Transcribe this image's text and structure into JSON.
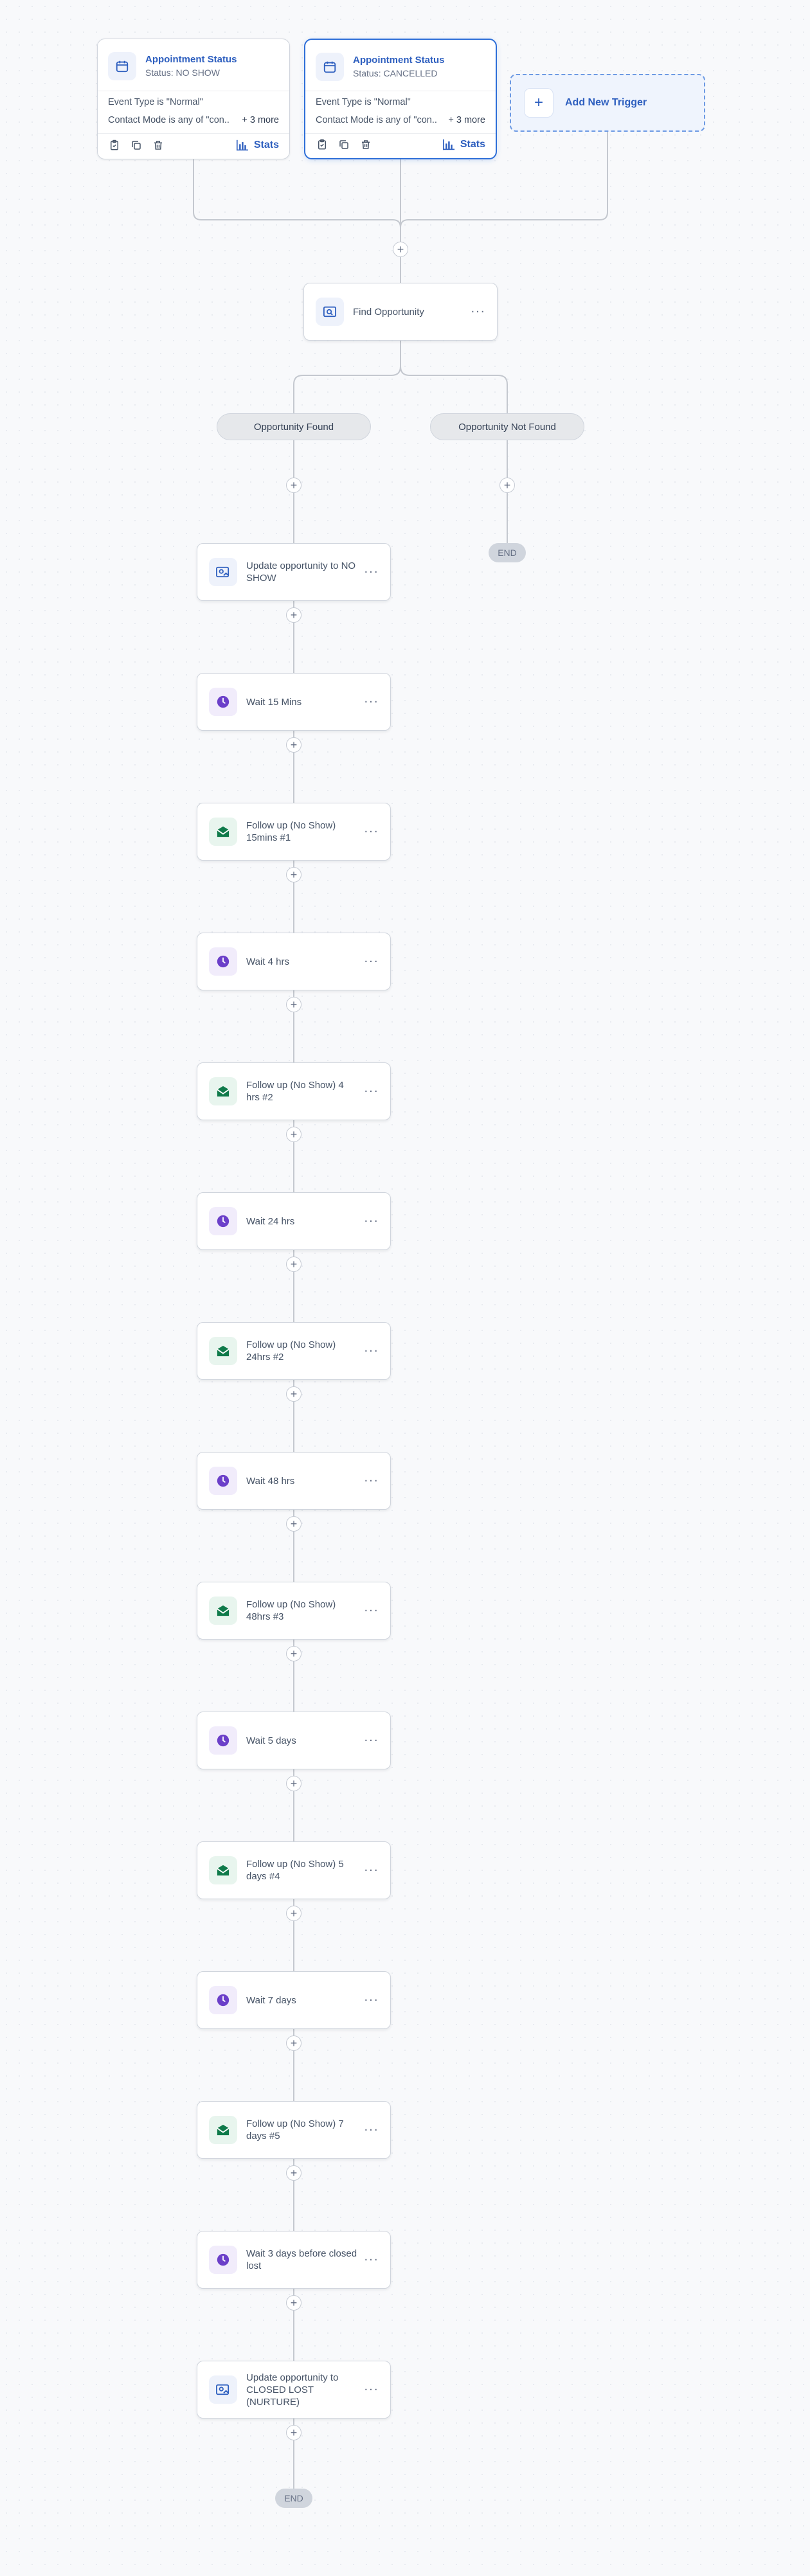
{
  "triggers": [
    {
      "title": "Appointment Status",
      "subtitle": "Status: NO SHOW",
      "condition1": "Event Type is \"Normal\"",
      "condition2": "Contact Mode is any of \"con...",
      "more": "+ 3 more",
      "stats_label": "Stats"
    },
    {
      "title": "Appointment Status",
      "subtitle": "Status: CANCELLED",
      "condition1": "Event Type is \"Normal\"",
      "condition2": "Contact Mode is any of \"con...",
      "more": "+ 3 more",
      "stats_label": "Stats"
    }
  ],
  "add_trigger": {
    "label": "Add New Trigger"
  },
  "find_opportunity": {
    "label": "Find Opportunity",
    "icon": "opportunity-icon"
  },
  "branches": {
    "found": "Opportunity Found",
    "not_found": "Opportunity Not Found"
  },
  "end_label": "END",
  "steps": [
    {
      "label": "Update opportunity to NO SHOW",
      "type": "opportunity"
    },
    {
      "label": "Wait 15 Mins",
      "type": "wait"
    },
    {
      "label": "Follow up (No Show) 15mins #1",
      "type": "email"
    },
    {
      "label": "Wait 4 hrs",
      "type": "wait"
    },
    {
      "label": "Follow up (No Show) 4 hrs #2",
      "type": "email"
    },
    {
      "label": "Wait 24 hrs",
      "type": "wait"
    },
    {
      "label": "Follow up (No Show) 24hrs #2",
      "type": "email"
    },
    {
      "label": "Wait 48 hrs",
      "type": "wait"
    },
    {
      "label": "Follow up (No Show) 48hrs #3",
      "type": "email"
    },
    {
      "label": "Wait 5 days",
      "type": "wait"
    },
    {
      "label": "Follow up (No Show) 5 days #4",
      "type": "email"
    },
    {
      "label": "Wait 7 days",
      "type": "wait"
    },
    {
      "label": "Follow up (No Show) 7 days #5",
      "type": "email"
    },
    {
      "label": "Wait 3 days before closed lost",
      "type": "wait"
    },
    {
      "label": "Update opportunity to CLOSED LOST (NURTURE)",
      "type": "opportunity"
    }
  ],
  "colors": {
    "accent": "#2e5fbf",
    "wait": "#6b3fc9",
    "email": "#0f7a4a",
    "line": "#c4c8cf"
  }
}
